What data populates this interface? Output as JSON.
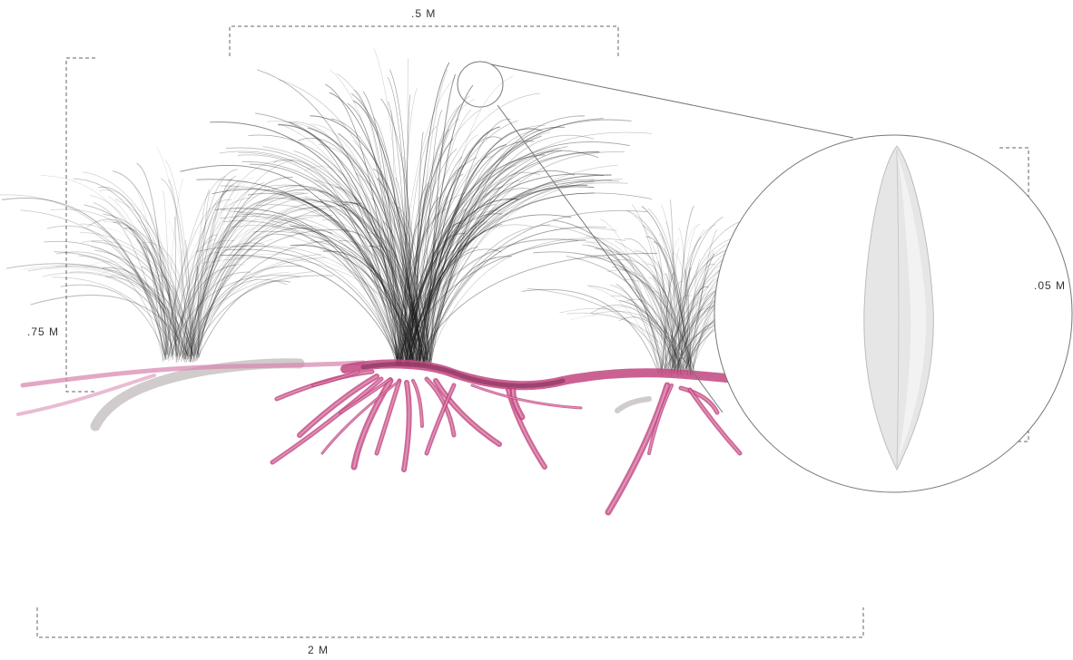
{
  "dimensions": {
    "top": ".5 M",
    "left": ".75 M",
    "right": ".05 M",
    "bottom": "2 M"
  },
  "colors": {
    "background": "#ffffff",
    "grass_blades": "#1a1a1a",
    "roots": "#c2457f",
    "roots_light": "#e7a8c8",
    "stem_grey": "#d0cccc",
    "leaf": "#e4e4e4",
    "dimension_lines": "#666666",
    "callout_lines": "#777777"
  },
  "icons": [
    "grass-clump-illustration",
    "root-system",
    "leaf-detail-icon",
    "magnifier-callout-circle"
  ]
}
